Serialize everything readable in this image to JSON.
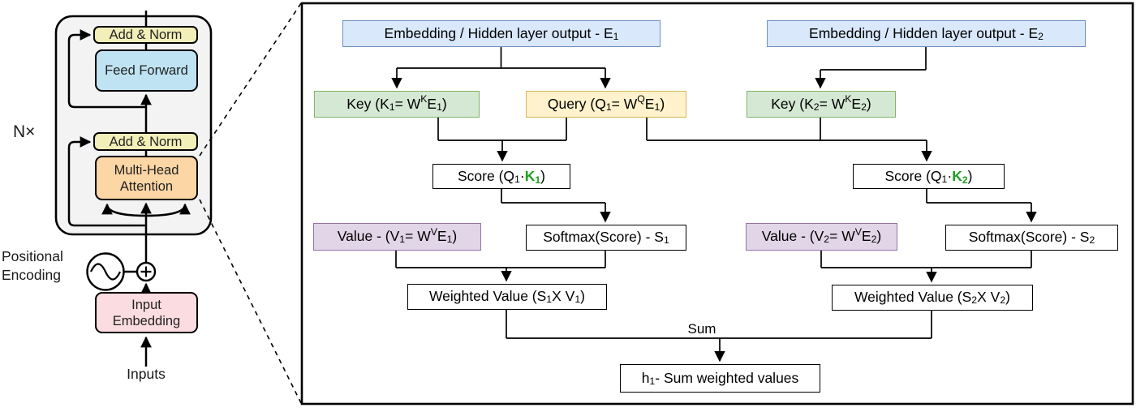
{
  "figure": {
    "left_diagram": {
      "n_label": "N×",
      "positional_encoding_label": "Positional Encoding",
      "inputs_label": "Inputs",
      "add_norm_top": "Add & Norm",
      "feed_forward": "Feed Forward",
      "add_norm_bottom": "Add & Norm",
      "multi_head_attention": "Multi-Head Attention",
      "input_embedding": "Input Embedding"
    },
    "right_panel": {
      "e1": "Embedding / Hidden layer output - E_1",
      "e2": "Embedding / Hidden layer output  - E_2",
      "key1": "Key (K_1 = W^KE_1)",
      "query1": "Query (Q_1 = W^QE_1)",
      "key2": "Key (K_2 = W^KE_2)",
      "score1": "Score (Q_1 · *K_1*)",
      "score2": "Score (Q_1 · *K_2*)",
      "value1": "Value - (V_1 = W^VE_1)",
      "softmax1": "Softmax(Score) - S_1",
      "value2": "Value - (V_2 = W^VE_2)",
      "softmax2": "Softmax(Score) - S_2",
      "weighted1": "Weighted Value (S_1 X V_1)",
      "weighted2": "Weighted Value (S_2 X V_2)",
      "sum_label": "Sum",
      "h1": "h_1 - Sum weighted values"
    }
  },
  "colors": {
    "panel-bg": "#ffffff",
    "line": "#000000",
    "blue-fill": "#dae8fc",
    "blue-stroke": "#6c8ebf",
    "green-fill": "#d5e8d4",
    "green-stroke": "#82b366",
    "yellow-fill": "#fff2cc",
    "yellow-stroke": "#d6b656",
    "purple-fill": "#e1d5e7",
    "purple-stroke": "#9673a6",
    "white-fill": "#ffffff",
    "white-stroke": "#000000",
    "hl-green": "#1d9e1d",
    "frame-fill": "#f3f3f3",
    "addnorm-fill": "#f2efb9",
    "ff-fill": "#bfe3f2",
    "mha-fill": "#fcd6a5",
    "embed-fill": "#fbdce0"
  }
}
